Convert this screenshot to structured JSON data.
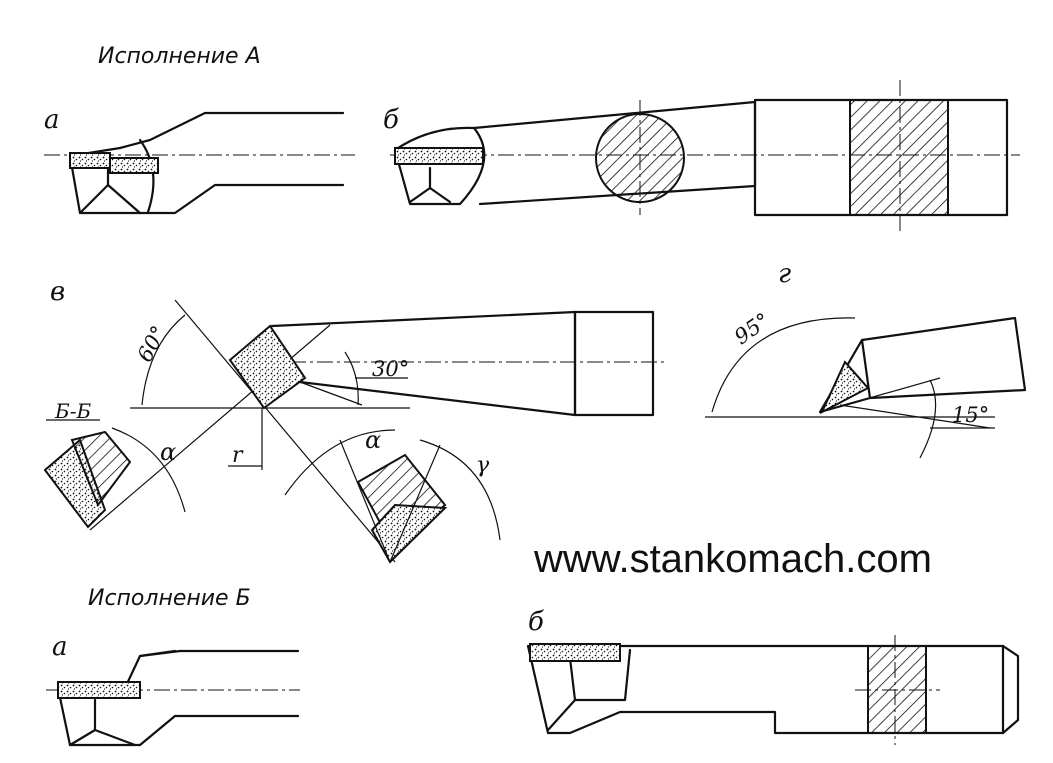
{
  "titles": {
    "version_a": "Исполнение А",
    "version_b": "Исполнение Б"
  },
  "labels": {
    "a_top": "а",
    "b_top": "б",
    "v": "в",
    "g": "г",
    "a_bottom": "а",
    "b_bottom": "б",
    "section": "Б-Б"
  },
  "angles": {
    "angle_60": "60°",
    "angle_30": "30°",
    "angle_95": "95°",
    "angle_15": "15°",
    "alpha": "α",
    "gamma": "γ",
    "radius": "r"
  },
  "watermark": "www.stankomach.com",
  "colors": {
    "ink": "#111111",
    "background": "#ffffff"
  }
}
